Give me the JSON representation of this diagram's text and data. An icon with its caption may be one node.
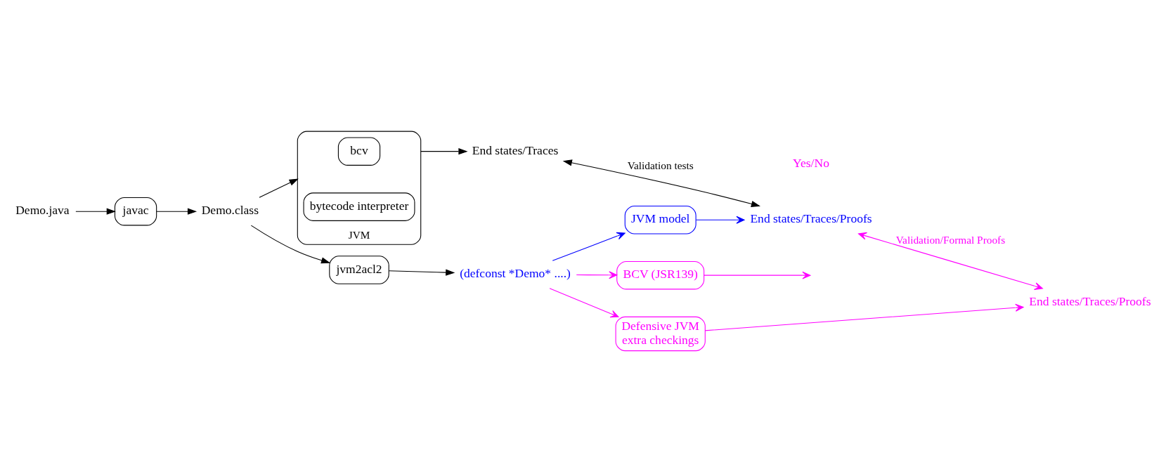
{
  "diagram": {
    "nodes": [
      {
        "text": [
          "javac"
        ]
      },
      {
        "text": [
          "Demo.class"
        ]
      },
      {
        "text": [
          "Demo.java"
        ]
      },
      {
        "text": [
          "JVM"
        ]
      },
      {
        "text": [
          "bcv"
        ],
        "in": 3
      },
      {
        "text": [
          "bytecode interpreter"
        ],
        "in": 3
      },
      {
        "text": [
          "End states/Traces"
        ]
      },
      {
        "text": [
          "jvm2acl2"
        ]
      },
      {
        "text": [
          "(defconst *Demo* ....)"
        ]
      },
      {
        "text": [
          "JVM model"
        ]
      },
      {
        "text": [
          "End states/Traces/Proofs"
        ]
      },
      {
        "text": [
          "BCV (JSR139)"
        ]
      },
      {
        "text": [
          "Defensive JVM",
          "extra checkings"
        ]
      },
      {
        "text": [
          "End states/Traces/Proofs"
        ]
      }
    ],
    "edges": [
      {
        "from": 0,
        "to": 1,
        "arrow": "to"
      },
      {
        "from": 2,
        "to": 0,
        "arrow": "to"
      },
      {
        "from": 1,
        "to": 3,
        "arrow": "to"
      },
      {
        "from": 3,
        "to": 6,
        "arrow": "to"
      },
      {
        "from": 6,
        "to": 10,
        "arrow": "both",
        "label": "Validation tests"
      },
      {
        "from": 1,
        "to": 7,
        "arrow": "to"
      },
      {
        "from": 7,
        "to": 8,
        "arrow": "to"
      },
      {
        "from": 8,
        "to": 9,
        "arrow": "to",
        "color": "#0000ff"
      },
      {
        "from": 8,
        "to": 11,
        "arrow": "to",
        "color": "#ff00ff"
      },
      {
        "from": 8,
        "to": 12,
        "arrow": "to",
        "color": "#ff00ff"
      },
      {
        "from": 9,
        "to": 10,
        "arrow": "to",
        "color": "#0000ff"
      },
      {
        "from": 11,
        "to": null,
        "arrow": "to",
        "color": "#ff00ff"
      },
      {
        "from": 10,
        "to": 13,
        "arrow": "both",
        "color": "#ff00ff",
        "label": "Validation/Formal Proofs"
      },
      {
        "from": 12,
        "to": 13,
        "arrow": "to",
        "color": "#ff00ff"
      }
    ],
    "labels": [
      "Yes/No"
    ]
  }
}
